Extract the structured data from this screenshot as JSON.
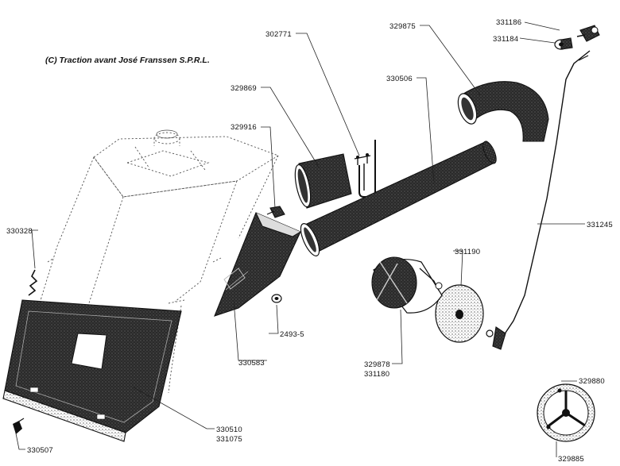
{
  "copyright": "(C) Traction avant José Franssen  S.P.R.L.",
  "parts": [
    {
      "id": "radiator-hood",
      "numbers": []
    },
    {
      "id": "heater-plate",
      "numbers": [
        "330510",
        "331075"
      ]
    },
    {
      "id": "clip-lower",
      "numbers": [
        "330507"
      ]
    },
    {
      "id": "spring-clip",
      "numbers": [
        "330328"
      ]
    },
    {
      "id": "deflector",
      "numbers": [
        "330583"
      ]
    },
    {
      "id": "nut",
      "numbers": [
        "2493-5"
      ]
    },
    {
      "id": "clip",
      "numbers": [
        "329916"
      ]
    },
    {
      "id": "sleeve",
      "numbers": [
        "329869"
      ]
    },
    {
      "id": "u-bracket",
      "numbers": [
        "302771"
      ]
    },
    {
      "id": "duct-tube",
      "numbers": [
        "330506"
      ]
    },
    {
      "id": "elbow",
      "numbers": [
        "329875"
      ]
    },
    {
      "id": "knob",
      "numbers": [
        "331186"
      ]
    },
    {
      "id": "bushing",
      "numbers": [
        "331184"
      ]
    },
    {
      "id": "control-rod",
      "numbers": [
        "331245"
      ]
    },
    {
      "id": "felt-disc",
      "numbers": [
        "331190"
      ]
    },
    {
      "id": "valve-housing",
      "numbers": [
        "329878",
        "331180"
      ]
    },
    {
      "id": "shutter",
      "numbers": [
        "329880",
        "329885"
      ]
    }
  ]
}
